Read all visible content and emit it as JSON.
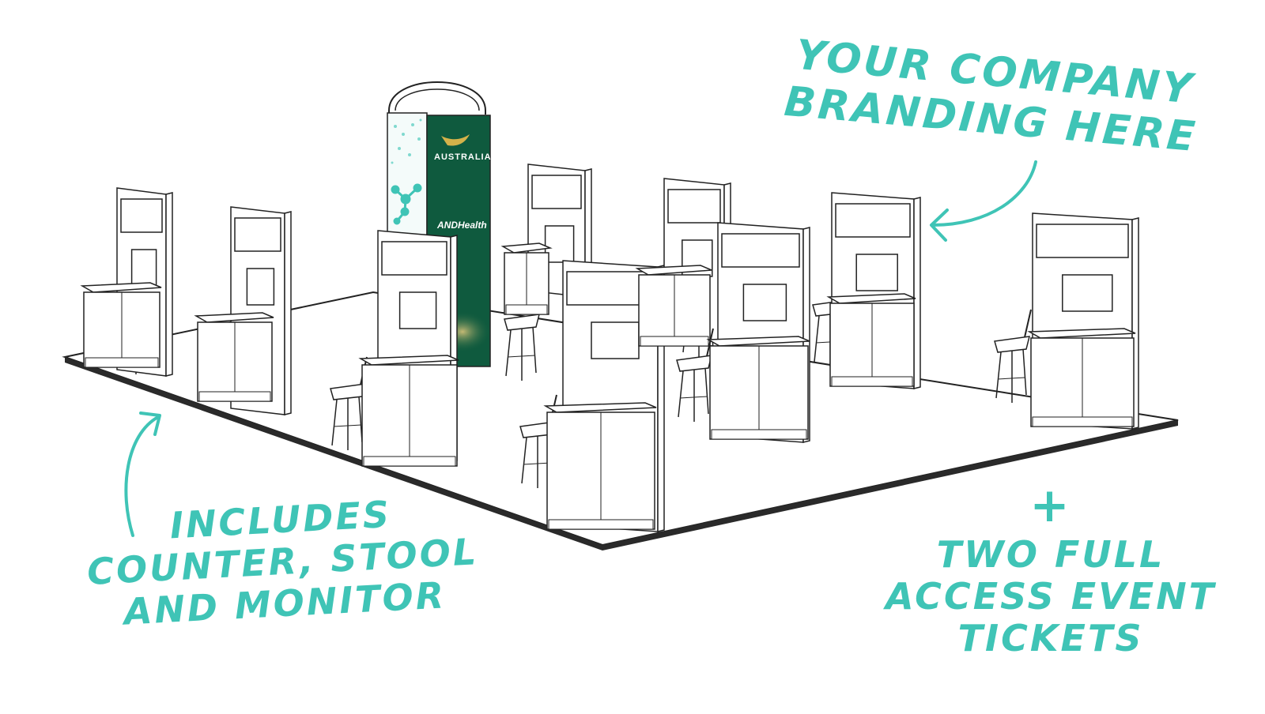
{
  "callouts": {
    "branding": [
      "YOUR COMPANY",
      "BRANDING HERE"
    ],
    "includes": [
      "INCLUDES",
      "COUNTER, STOOL",
      "AND MONITOR"
    ],
    "tickets": {
      "plus": "+",
      "lines": [
        "TWO FULL",
        "ACCESS EVENT",
        "TICKETS"
      ]
    }
  },
  "tower": {
    "country_label": "AUSTRALIA",
    "brand_label": "ANDHealth"
  },
  "colors": {
    "accent": "#3fc4b6",
    "tower_green": "#0f5a3e",
    "line": "#222222",
    "floor_fill": "#ffffff"
  },
  "icons": [
    "kangaroo-logo-icon",
    "molecule-icon",
    "arrow-icon"
  ]
}
